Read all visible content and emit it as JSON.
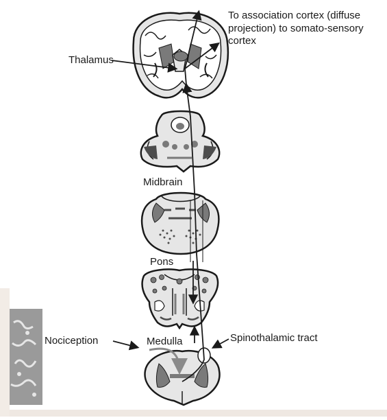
{
  "labels": {
    "association": "To association cortex (diffuse projection) to somato-sensory cortex",
    "thalamus": "Thalamus",
    "midbrain": "Midbrain",
    "pons": "Pons",
    "medulla": "Medulla",
    "nociception": "Nociception",
    "spinothalamic": "Spinothalamic tract"
  },
  "colors": {
    "background": "#ffffff",
    "tissue": "#e6e6e6",
    "nucleus": "#7a7a7a",
    "dark_nucleus": "#4d4d4d",
    "stroke": "#1a1a1a",
    "tract_arrow": "#1a1a1a",
    "nociception_arrow": "#8a8a8a",
    "page_edge": "#efe8e2",
    "photo_strip": "#9a9a9a"
  }
}
